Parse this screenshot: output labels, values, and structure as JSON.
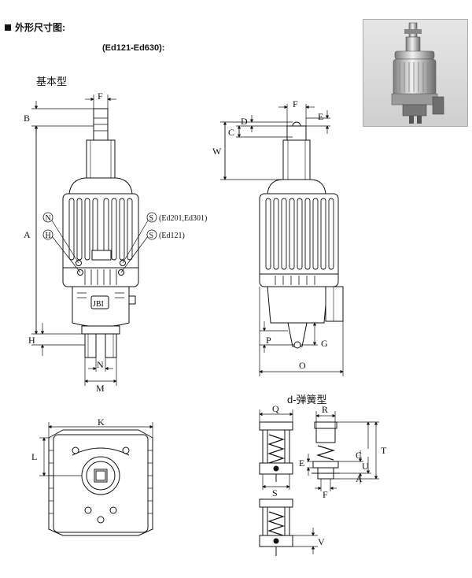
{
  "header": {
    "title": "外形尺寸图:",
    "subtitle": "(Ed121-Ed630):"
  },
  "views": {
    "basic_title": "基本型",
    "spring_title": "d-弹簧型"
  },
  "front_labels": {
    "F": "F",
    "B": "B",
    "A": "A",
    "H": "H",
    "N": "N",
    "M": "M",
    "circ_N": "N",
    "circ_H": "H",
    "circ_S1": "S",
    "circ_S2": "S",
    "note_s1": "(Ed201,Ed301)",
    "note_s2": "(Ed121)",
    "logo": "JBI"
  },
  "side_labels": {
    "F": "F",
    "D": "D",
    "E": "E",
    "C": "C",
    "W": "W",
    "P": "P",
    "G": "G",
    "O": "O"
  },
  "top_labels": {
    "K": "K",
    "L": "L"
  },
  "spring_labels": {
    "Q": "Q",
    "R": "R",
    "T": "T",
    "E": "E",
    "C": "C",
    "U": "U",
    "A": "A",
    "S": "S",
    "F": "F",
    "V": "V"
  }
}
